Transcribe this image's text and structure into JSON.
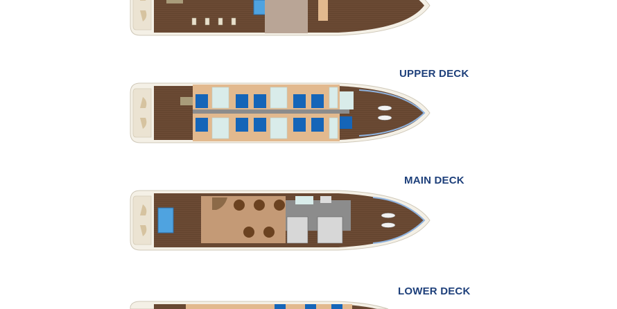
{
  "decks": [
    {
      "name": ""
    },
    {
      "name": "UPPER DECK"
    },
    {
      "name": "MAIN DECK"
    },
    {
      "name": "LOWER DECK"
    }
  ],
  "colors": {
    "label": "#1d3f7a",
    "hull": "#f3efe4",
    "deck_wood": "#6b4a34",
    "cabin_floor": "#e2b98e",
    "bed": "#1565b8",
    "bathroom": "#d9ecea",
    "corridor": "#8c8c8c",
    "pool": "#4fa3e0"
  }
}
